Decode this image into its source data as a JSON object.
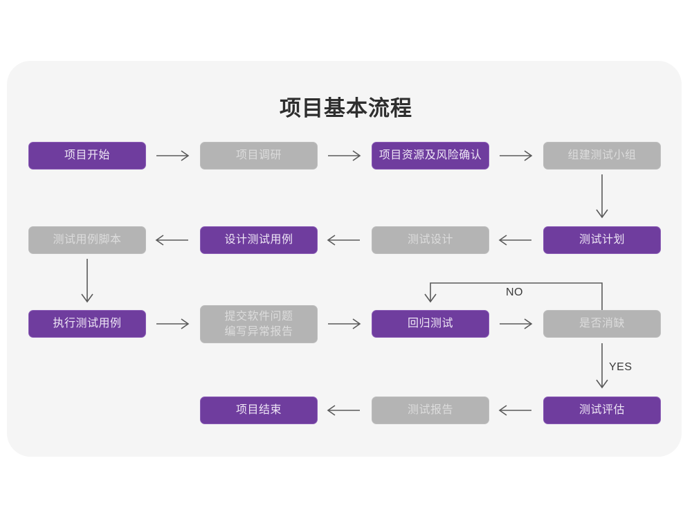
{
  "page": {
    "title": "项目基本流程",
    "background_color": "#ffffff",
    "panel_color": "#f5f5f5",
    "accent_purple": "#6f3d9e",
    "accent_gray": "#b4b4b4",
    "connector_color": "#595959"
  },
  "nodes": [
    {
      "id": "n1",
      "label": "项目开始",
      "style": "purple",
      "row": 1
    },
    {
      "id": "n2",
      "label": "项目调研",
      "style": "gray",
      "row": 1
    },
    {
      "id": "n3",
      "label": "项目资源及风险确认",
      "style": "purple",
      "row": 1
    },
    {
      "id": "n4",
      "label": "组建测试小组",
      "style": "gray",
      "row": 1
    },
    {
      "id": "n5",
      "label": "测试用例脚本",
      "style": "gray",
      "row": 2
    },
    {
      "id": "n6",
      "label": "设计测试用例",
      "style": "purple",
      "row": 2
    },
    {
      "id": "n7",
      "label": "测试设计",
      "style": "gray",
      "row": 2
    },
    {
      "id": "n8",
      "label": "测试计划",
      "style": "purple",
      "row": 2
    },
    {
      "id": "n9",
      "label": "执行测试用例",
      "style": "purple",
      "row": 3
    },
    {
      "id": "n10",
      "label": "提交软件问题\n编写异常报告",
      "style": "gray",
      "row": 3
    },
    {
      "id": "n11",
      "label": "回归测试",
      "style": "purple",
      "row": 3
    },
    {
      "id": "n12",
      "label": "是否消缺",
      "style": "gray",
      "row": 3
    },
    {
      "id": "n13",
      "label": "项目结束",
      "style": "purple",
      "row": 4
    },
    {
      "id": "n14",
      "label": "测试报告",
      "style": "gray",
      "row": 4
    },
    {
      "id": "n15",
      "label": "测试评估",
      "style": "purple",
      "row": 4
    }
  ],
  "edge_labels": {
    "no": "NO",
    "yes": "YES"
  }
}
